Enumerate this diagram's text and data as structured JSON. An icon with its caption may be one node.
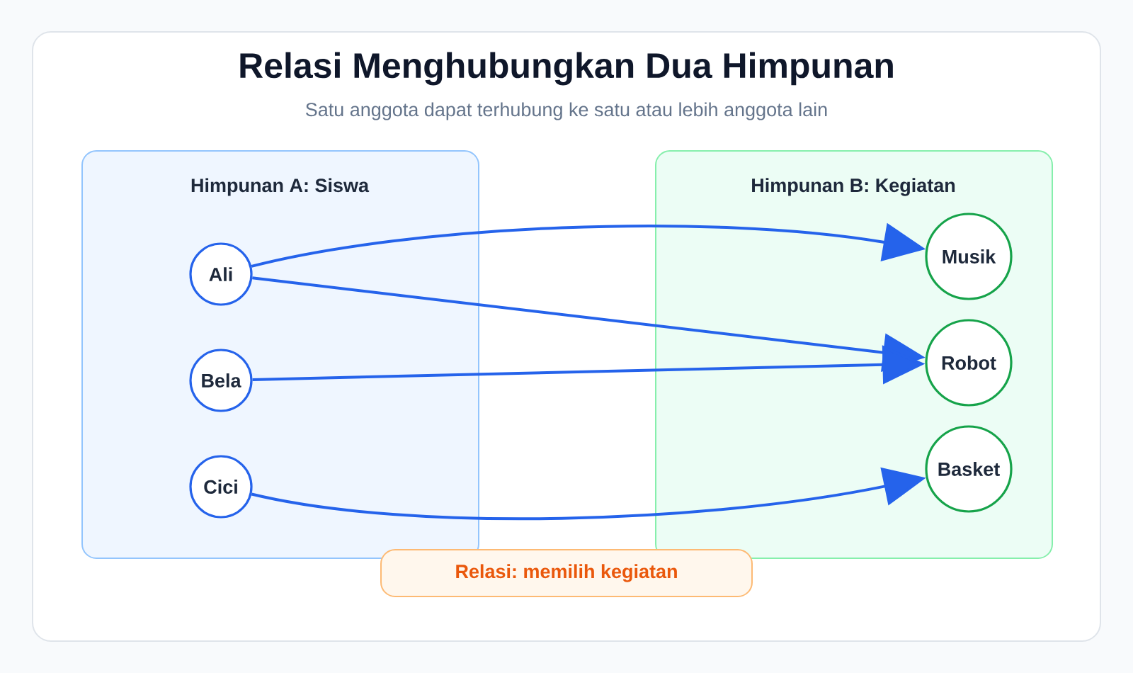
{
  "diagram": {
    "title": "Relasi Menghubungkan Dua Himpunan",
    "nodes": [
      {
        "text": [
          "Himpunan A: Siswa"
        ]
      },
      {
        "text": [
          "Ali"
        ],
        "in": 0
      },
      {
        "text": [
          "Bela"
        ],
        "in": 0
      },
      {
        "text": [
          "Cici"
        ],
        "in": 0
      },
      {
        "text": [
          "Himpunan B: Kegiatan"
        ]
      },
      {
        "text": [
          "Musik"
        ],
        "in": 4
      },
      {
        "text": [
          "Robot"
        ],
        "in": 4
      },
      {
        "text": [
          "Basket"
        ],
        "in": 4
      },
      {
        "text": [
          "Relasi: memilih kegiatan"
        ]
      }
    ],
    "edges": [
      {
        "from": 1,
        "to": 5,
        "arrow": "to"
      },
      {
        "from": 1,
        "to": 6,
        "arrow": "to"
      },
      {
        "from": 2,
        "to": 6,
        "arrow": "to"
      },
      {
        "from": 3,
        "to": 7,
        "arrow": "to"
      }
    ],
    "labels": [
      "Satu anggota dapat terhubung ke satu atau lebih anggota lain"
    ]
  }
}
